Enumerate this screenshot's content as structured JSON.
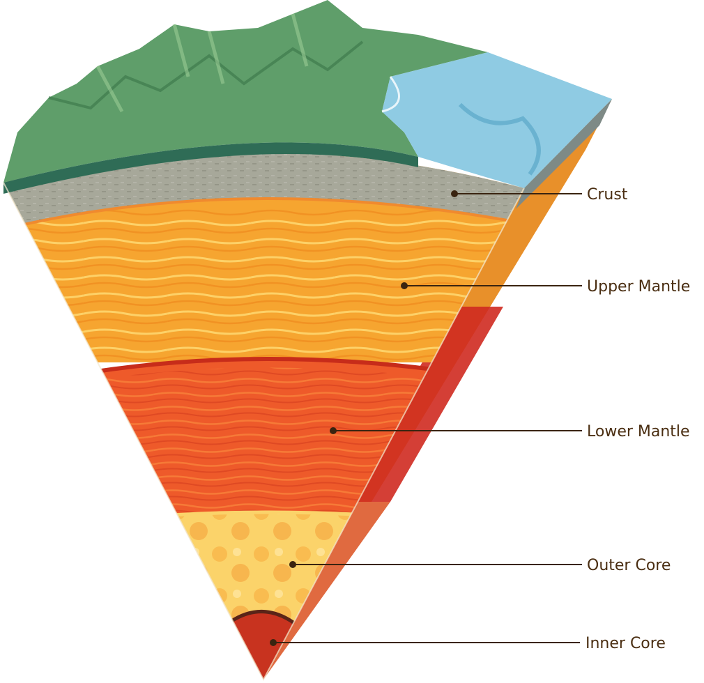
{
  "diagram": {
    "labels": [
      {
        "key": "crust",
        "text": "Crust"
      },
      {
        "key": "upper_mantle",
        "text": "Upper Mantle"
      },
      {
        "key": "lower_mantle",
        "text": "Lower Mantle"
      },
      {
        "key": "outer_core",
        "text": "Outer Core"
      },
      {
        "key": "inner_core",
        "text": "Inner Core"
      }
    ]
  },
  "colors": {
    "land_green": "#5f9e6a",
    "water_blue": "#8fcbe3",
    "crust_gray": "#a7a89a",
    "upper_mantle_orange": "#f6a530",
    "lower_mantle_red": "#ee5a2a",
    "outer_core_yellow": "#fbd36a",
    "inner_core_red": "#c8331f",
    "label_brown": "#4a2e12"
  }
}
